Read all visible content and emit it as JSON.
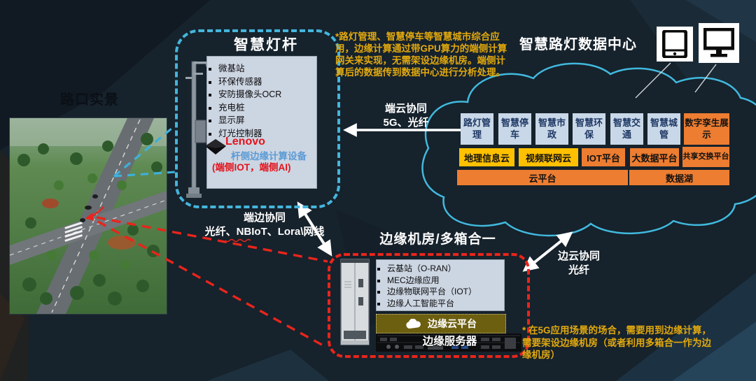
{
  "photo": {
    "label": "路口实景"
  },
  "lamp": {
    "title": "智慧灯杆",
    "items": [
      "微基站",
      "环保传感器",
      "安防摄像头OCR",
      "充电桩",
      "显示屏",
      "灯光控制器"
    ],
    "brand": "Lenovo",
    "device_label": "杆侧边缘计算设备",
    "device_sub": "(端侧IOT，端侧AI)"
  },
  "notes": {
    "top": "*路灯管理、智慧停车等智慧城市综合应用，边缘计算通过带GPU算力的端侧计算网关来实现，无需架设边缘机房。端侧计算后的数据传到数据中心进行分析处理。",
    "bottom": "* 在5G应用场景的场合，需要用到边缘计算，需要架设边缘机房（或者利用多箱合一作为边缘机房）"
  },
  "datacenter": {
    "title": "智慧路灯数据中心",
    "apps": [
      "路灯管理",
      "智慧停车",
      "智慧市政",
      "智慧环保",
      "智慧交通",
      "智慧城管"
    ],
    "twin": "数字孪生展示",
    "platforms": [
      {
        "label": "地理信息云"
      },
      {
        "label": "视频联网云"
      },
      {
        "label": "IOT平台"
      },
      {
        "label": "大数据平台"
      },
      {
        "label": "共享交换平台"
      }
    ],
    "base": [
      "云平台",
      "数据湖"
    ]
  },
  "connections": {
    "cloud_end": {
      "title": "端云协同",
      "sub": "5G、光纤"
    },
    "end_edge": {
      "title": "端边协同",
      "sub": "光纤、NBIoT、Lora\\网线"
    },
    "edge_cloud": {
      "title": "边云协同",
      "sub": "光纤"
    }
  },
  "edge_room": {
    "title": "边缘机房/多箱合一",
    "items": [
      "云基站（O-RAN）",
      "MEC边缘应用",
      "边缘物联网平台（IOT）",
      "边缘人工智能平台"
    ],
    "cloud_platform": "边缘云平台",
    "server_label": "边缘服务器"
  },
  "colors": {
    "accent_blue": "#45b5dc",
    "accent_red": "#e8251c",
    "orange": "#ed7d31",
    "yellow": "#ffc000",
    "app_box_blue": "#c9d8e8",
    "panel_gray": "#ccd5e2",
    "note_gold": "#e2a90e"
  }
}
